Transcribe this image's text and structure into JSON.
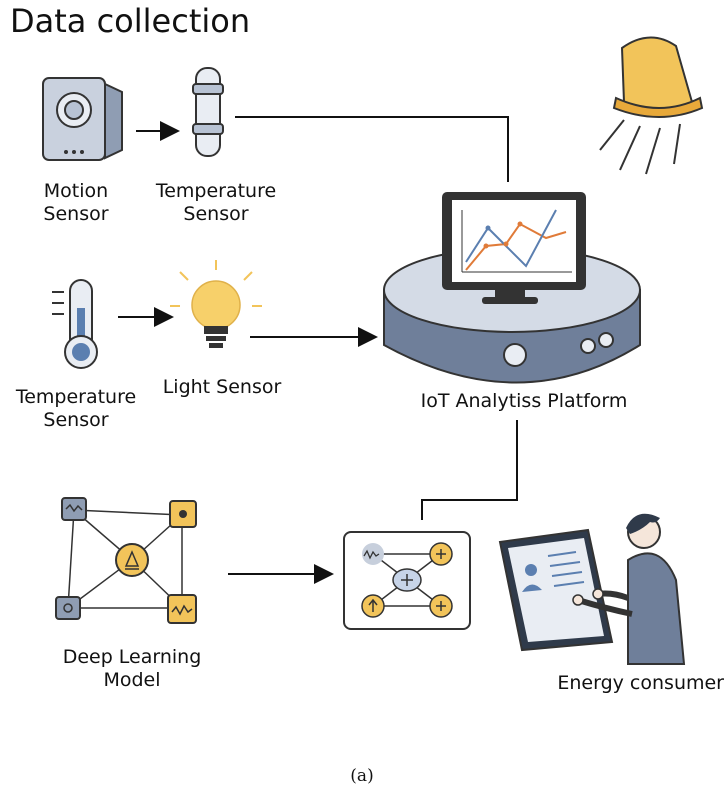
{
  "title": "Data collection",
  "caption": "(a)",
  "labels": {
    "motion_sensor": [
      "Motion",
      "Sensor"
    ],
    "temperature_sensor_top": [
      "Temperature",
      "Sensor"
    ],
    "temperature_sensor_left": [
      "Temperature",
      "Sensor"
    ],
    "light_sensor": "Light Sensor",
    "iot_platform": "IoT Analytiss Platform",
    "deep_learning_model": [
      "Deep Learning",
      "Model"
    ],
    "energy_consumer": "Energy consumer"
  },
  "icons": [
    "motion-sensor-icon",
    "temperature-probe-icon",
    "thermometer-icon",
    "light-bulb-icon",
    "lamp-icon",
    "analytics-platform-icon",
    "neural-network-icon",
    "model-node-icon",
    "person-tablet-icon"
  ],
  "colors": {
    "accent_blue": "#5b7fb0",
    "accent_orange": "#e07b39",
    "node_yellow": "#f2c45a",
    "device_gray": "#c7cfdc"
  }
}
